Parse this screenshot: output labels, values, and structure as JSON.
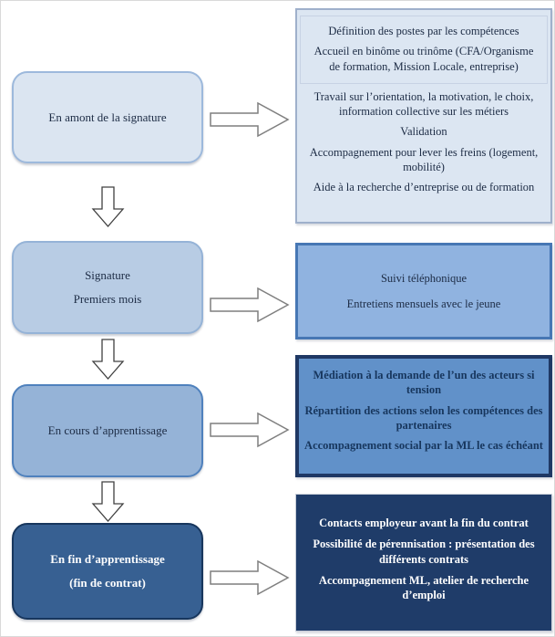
{
  "diagram_type": "flowchart",
  "colors": {
    "step1_fill": "#dbe5f1",
    "step1_border": "#9db9dc",
    "step2_fill": "#b8cce4",
    "step2_border": "#95b3d7",
    "step3_fill": "#95b3d7",
    "step3_border": "#4f81bd",
    "step4_fill": "#376092",
    "step4_border": "#17365d",
    "panel1_fill": "#dce6f2",
    "panel1_border": "#9fb0cb",
    "panel2_fill": "#90b3e0",
    "panel2_border": "#4777b4",
    "panel3_fill": "#6191c9",
    "panel3_border": "#1f3864",
    "panel4_fill": "#1f3c69",
    "panel4_border": "#c9cfd9",
    "dark_text": "#1c2b44",
    "light_text": "#ffffff"
  },
  "steps": [
    {
      "lines": [
        "En amont de la signature"
      ]
    },
    {
      "lines": [
        "Signature",
        "Premiers mois"
      ]
    },
    {
      "lines": [
        "En cours d’apprentissage"
      ]
    },
    {
      "lines": [
        "En fin d’apprentissage",
        "(fin de contrat)"
      ]
    }
  ],
  "panels": [
    {
      "boxed_items": [
        "Définition des postes par les compétences",
        "Accueil en binôme ou trinôme (CFA/Organisme de formation, Mission Locale, entreprise)"
      ],
      "items": [
        "Travail sur l’orientation, la motivation, le choix, information collective sur les métiers",
        "Validation",
        "Accompagnement pour lever les freins (logement, mobilité)",
        "Aide à la recherche d’entreprise ou de formation"
      ]
    },
    {
      "items": [
        "Suivi téléphonique",
        "Entretiens mensuels avec le jeune"
      ]
    },
    {
      "items": [
        "Médiation à la demande de l’un des acteurs si tension",
        "Répartition des actions selon les compétences des partenaires",
        "Accompagnement  social  par la ML le cas échéant"
      ]
    },
    {
      "items": [
        "Contacts employeur avant la fin du contrat",
        "Possibilité de pérennisation : présentation des différents contrats",
        "Accompagnement ML, atelier de recherche d’emploi"
      ]
    }
  ]
}
